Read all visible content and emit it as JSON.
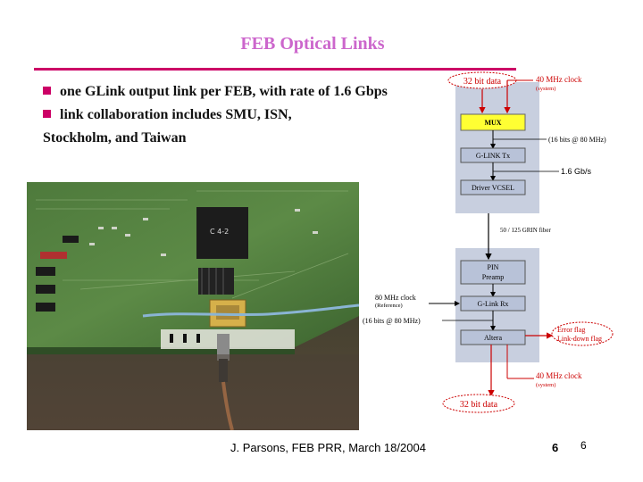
{
  "title": "FEB Optical Links",
  "bullets": [
    "one GLink output link per FEB, with rate of 1.6 Gbps",
    "link collaboration includes SMU,  ISN,",
    "Stockholm, and Taiwan"
  ],
  "colors": {
    "title": "#cc66cc",
    "rule": "#cc0066",
    "bullet": "#cc0066",
    "arrow_red": "#cc0000",
    "mux_fill": "#ffff33",
    "box_fill": "#b8c2d8"
  },
  "diagram": {
    "top_input": "32 bit data",
    "clock_in": "40 MHz clock",
    "clock_in_note": "(system)",
    "mux": "MUX",
    "bus_note": "(16 bits @ 80 MHz)",
    "glink_tx": "G-LINK Tx",
    "rate": "1.6 Gb/s",
    "driver": "Driver VCSEL",
    "fiber": "50 / 125 GRIN fiber",
    "pin": "PIN",
    "preamp": "Preamp",
    "ref_clock": "80 MHz clock",
    "ref_clock_note": "(Reference)",
    "glink_rx": "G-Link Rx",
    "rx_bus_note": "(16 bits @ 80 MHz)",
    "altera": "Altera",
    "error_flag": "Error flag",
    "link_down": "Link-down flag",
    "clock_out": "40 MHz clock",
    "clock_out_note": "(system)",
    "bottom_output": "32 bit data"
  },
  "photo": {
    "chip_label": "C 4-2"
  },
  "footer": "J. Parsons, FEB PRR, March 18/2004",
  "slide_number": "6",
  "page_number": "6"
}
